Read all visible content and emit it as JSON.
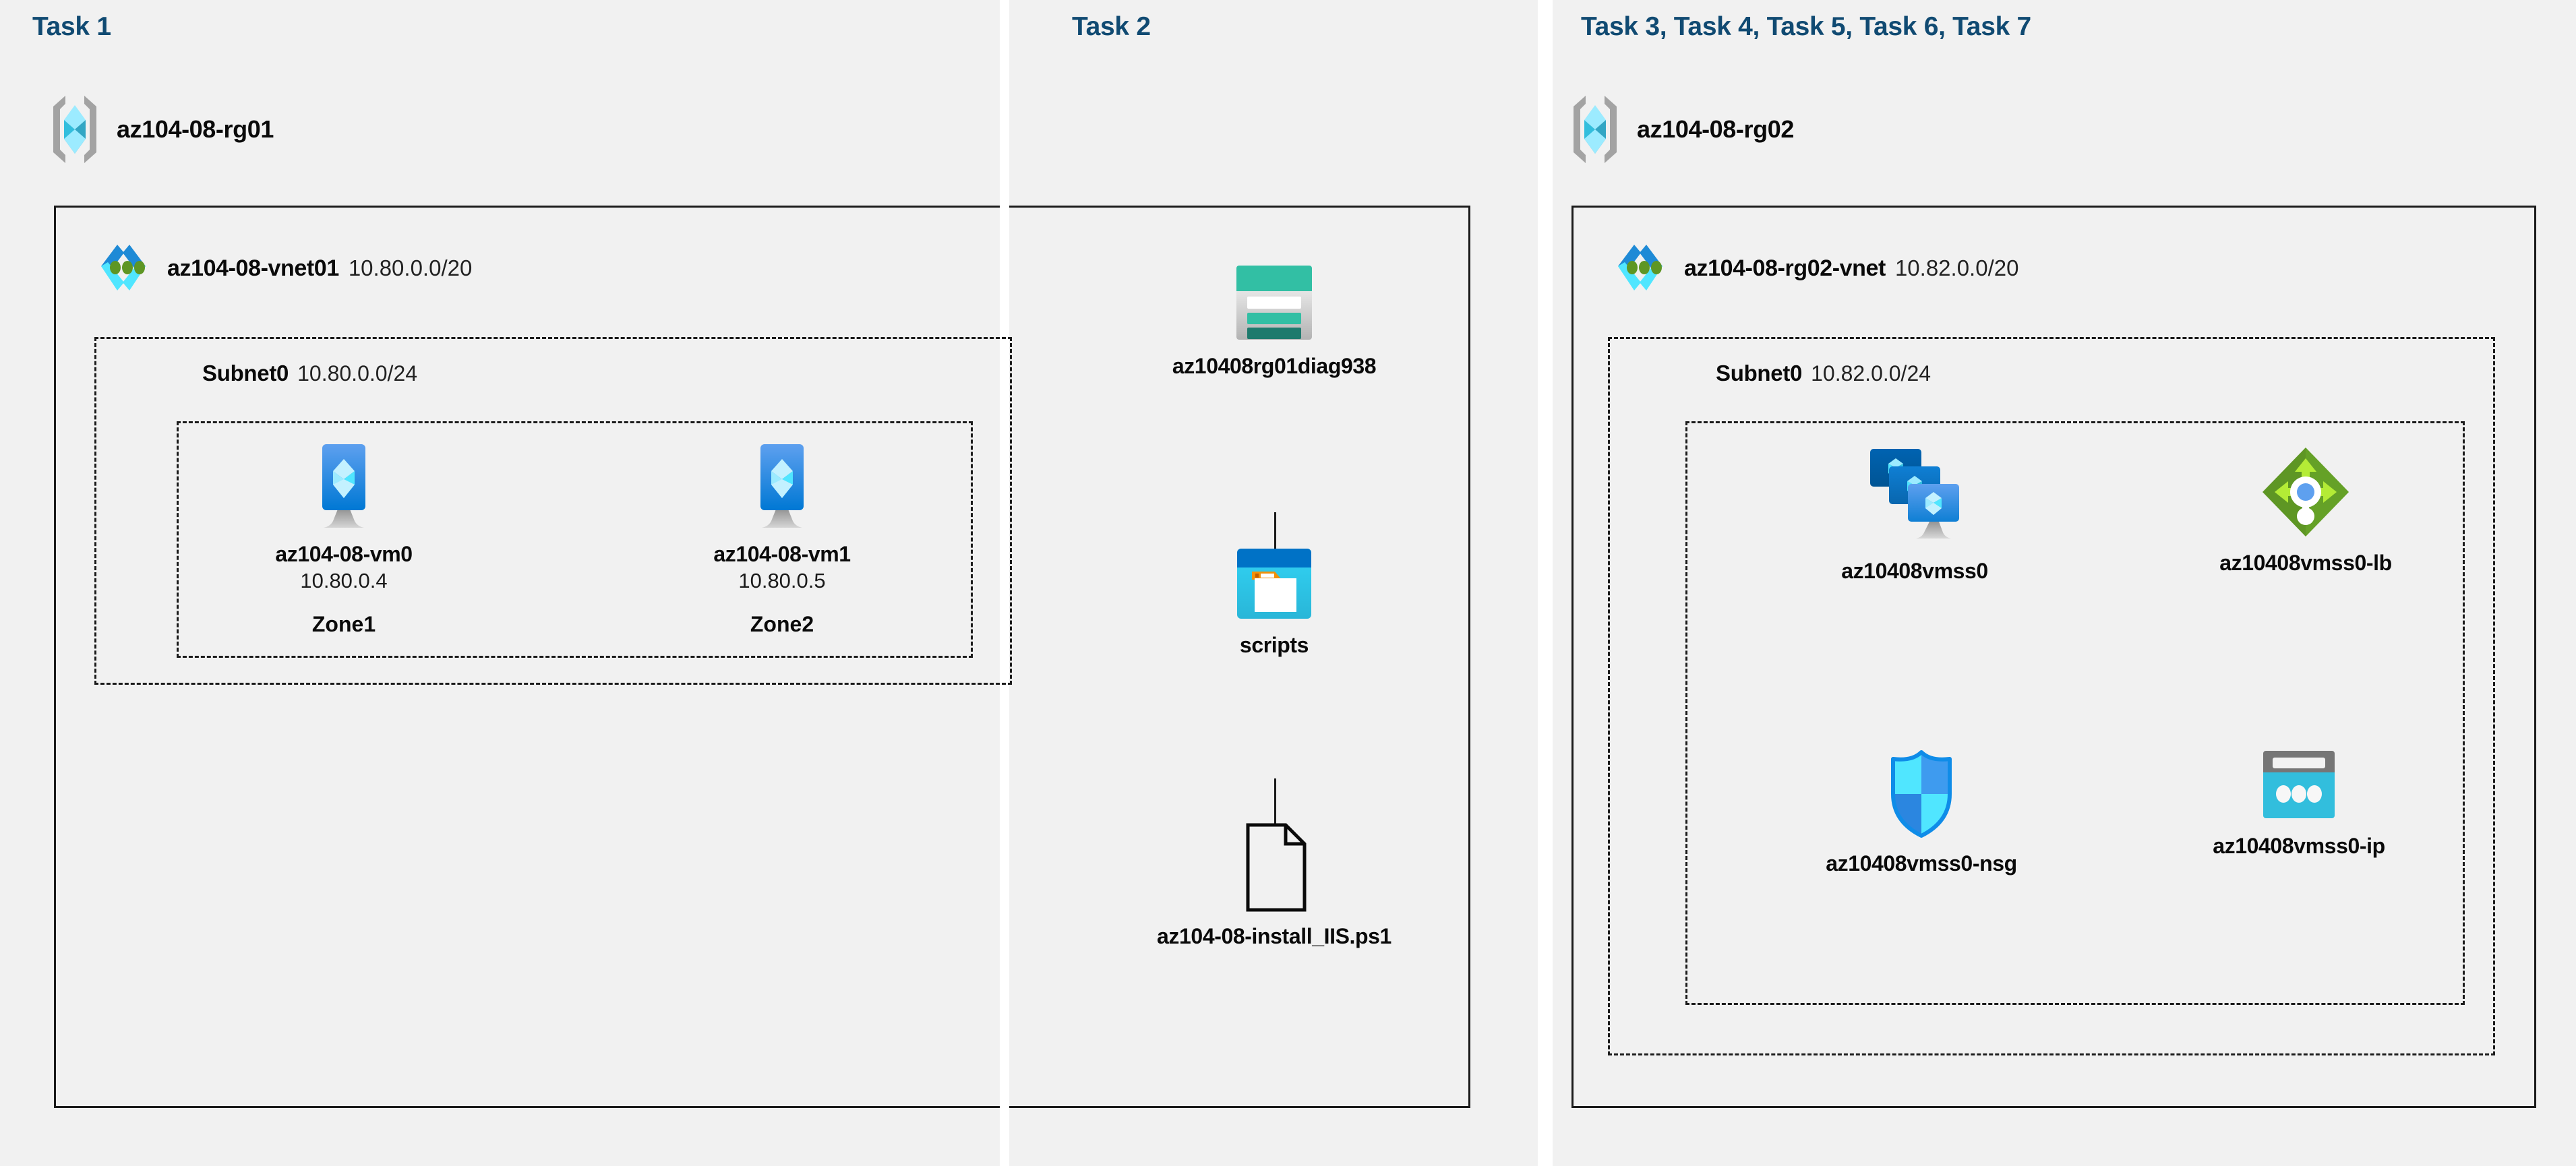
{
  "tasks": {
    "task1_title": "Task 1",
    "task2_title": "Task 2",
    "task3_title": "Task 3, Task 4, Task 5, Task 6, Task 7"
  },
  "colors": {
    "task_title": "#104a72",
    "panel_bg": "#f1f1f1",
    "page_bg": "#ffffff",
    "border": "#1b1b1b",
    "azure_blue": "#0078d4",
    "azure_cyan": "#50e6ff",
    "vnet_green": "#5e9624",
    "lb_green": "#76bc2d",
    "storage_teal": "#2bb9a8",
    "nsg_blue": "#32bedd",
    "ip_grey": "#767676"
  },
  "panel1": {
    "resource_group": {
      "name": "az104-08-rg01",
      "icon": "resource-group-icon"
    },
    "vnet": {
      "name": "az104-08-vnet01",
      "cidr": "10.80.0.0/20",
      "icon": "virtual-network-icon"
    },
    "subnet": {
      "name": "Subnet0",
      "cidr": "10.80.0.0/24"
    },
    "vms": [
      {
        "name": "az104-08-vm0",
        "ip": "10.80.0.4",
        "zone": "Zone1",
        "icon": "virtual-machine-icon"
      },
      {
        "name": "az104-08-vm1",
        "ip": "10.80.0.5",
        "zone": "Zone2",
        "icon": "virtual-machine-icon"
      }
    ]
  },
  "panel2": {
    "storage_account": {
      "name": "az10408rg01diag938",
      "icon": "storage-account-icon"
    },
    "container": {
      "name": "scripts",
      "icon": "blob-container-icon"
    },
    "file": {
      "name": "az104-08-install_IIS.ps1",
      "icon": "file-icon"
    }
  },
  "panel3": {
    "resource_group": {
      "name": "az104-08-rg02",
      "icon": "resource-group-icon"
    },
    "vnet": {
      "name": "az104-08-rg02-vnet",
      "cidr": "10.82.0.0/20",
      "icon": "virtual-network-icon"
    },
    "subnet": {
      "name": "Subnet0",
      "cidr": "10.82.0.0/24"
    },
    "resources": [
      {
        "name": "az10408vmss0",
        "icon": "vm-scale-set-icon"
      },
      {
        "name": "az10408vmss0-lb",
        "icon": "load-balancer-icon"
      },
      {
        "name": "az10408vmss0-nsg",
        "icon": "network-security-group-icon"
      },
      {
        "name": "az10408vmss0-ip",
        "icon": "public-ip-address-icon"
      }
    ]
  }
}
